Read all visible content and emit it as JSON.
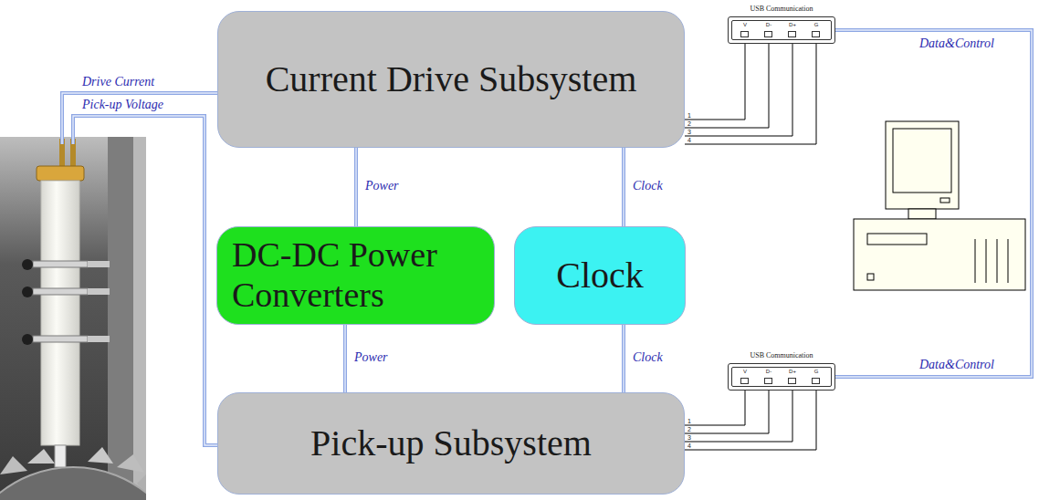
{
  "diagram": {
    "nodes": [
      {
        "text": [
          "Current Drive Subsystem"
        ]
      },
      {
        "text": [
          "USB Communication",
          "V",
          "D-",
          "D+",
          "G"
        ]
      },
      {
        "text": [
          "DC-DC Power Converters"
        ]
      },
      {
        "text": [
          "Clock"
        ]
      },
      {
        "text": [
          "USB Communication",
          "V",
          "D-",
          "D+",
          "G"
        ]
      },
      {
        "text": [
          "Pick-up Subsystem"
        ]
      }
    ],
    "edges": [
      {
        "from": 2,
        "to": 0,
        "label": "Power",
        "arrow": "none"
      },
      {
        "from": 3,
        "to": 0,
        "label": "Clock",
        "arrow": "none"
      },
      {
        "from": 2,
        "to": 5,
        "label": "Power",
        "arrow": "none"
      },
      {
        "from": 3,
        "to": 5,
        "label": "Clock",
        "arrow": "none"
      },
      {
        "from": 0,
        "to": 1,
        "arrow": "none"
      },
      {
        "from": 0,
        "to": 1,
        "arrow": "none"
      },
      {
        "from": 0,
        "to": 1,
        "arrow": "none"
      },
      {
        "from": 0,
        "to": 1,
        "arrow": "none"
      },
      {
        "from": 5,
        "to": 4,
        "arrow": "none"
      },
      {
        "from": 5,
        "to": 4,
        "arrow": "none"
      },
      {
        "from": 5,
        "to": 4,
        "arrow": "none"
      },
      {
        "from": 5,
        "to": 4,
        "arrow": "none"
      },
      {
        "from": 1,
        "to": 4,
        "label": "Data&Control",
        "arrow": "none"
      }
    ],
    "labels": [
      "Drive Current",
      "Pick-up Voltage",
      "1",
      "2",
      "3",
      "4",
      "1",
      "2",
      "3",
      "4",
      "Data&Control"
    ]
  }
}
